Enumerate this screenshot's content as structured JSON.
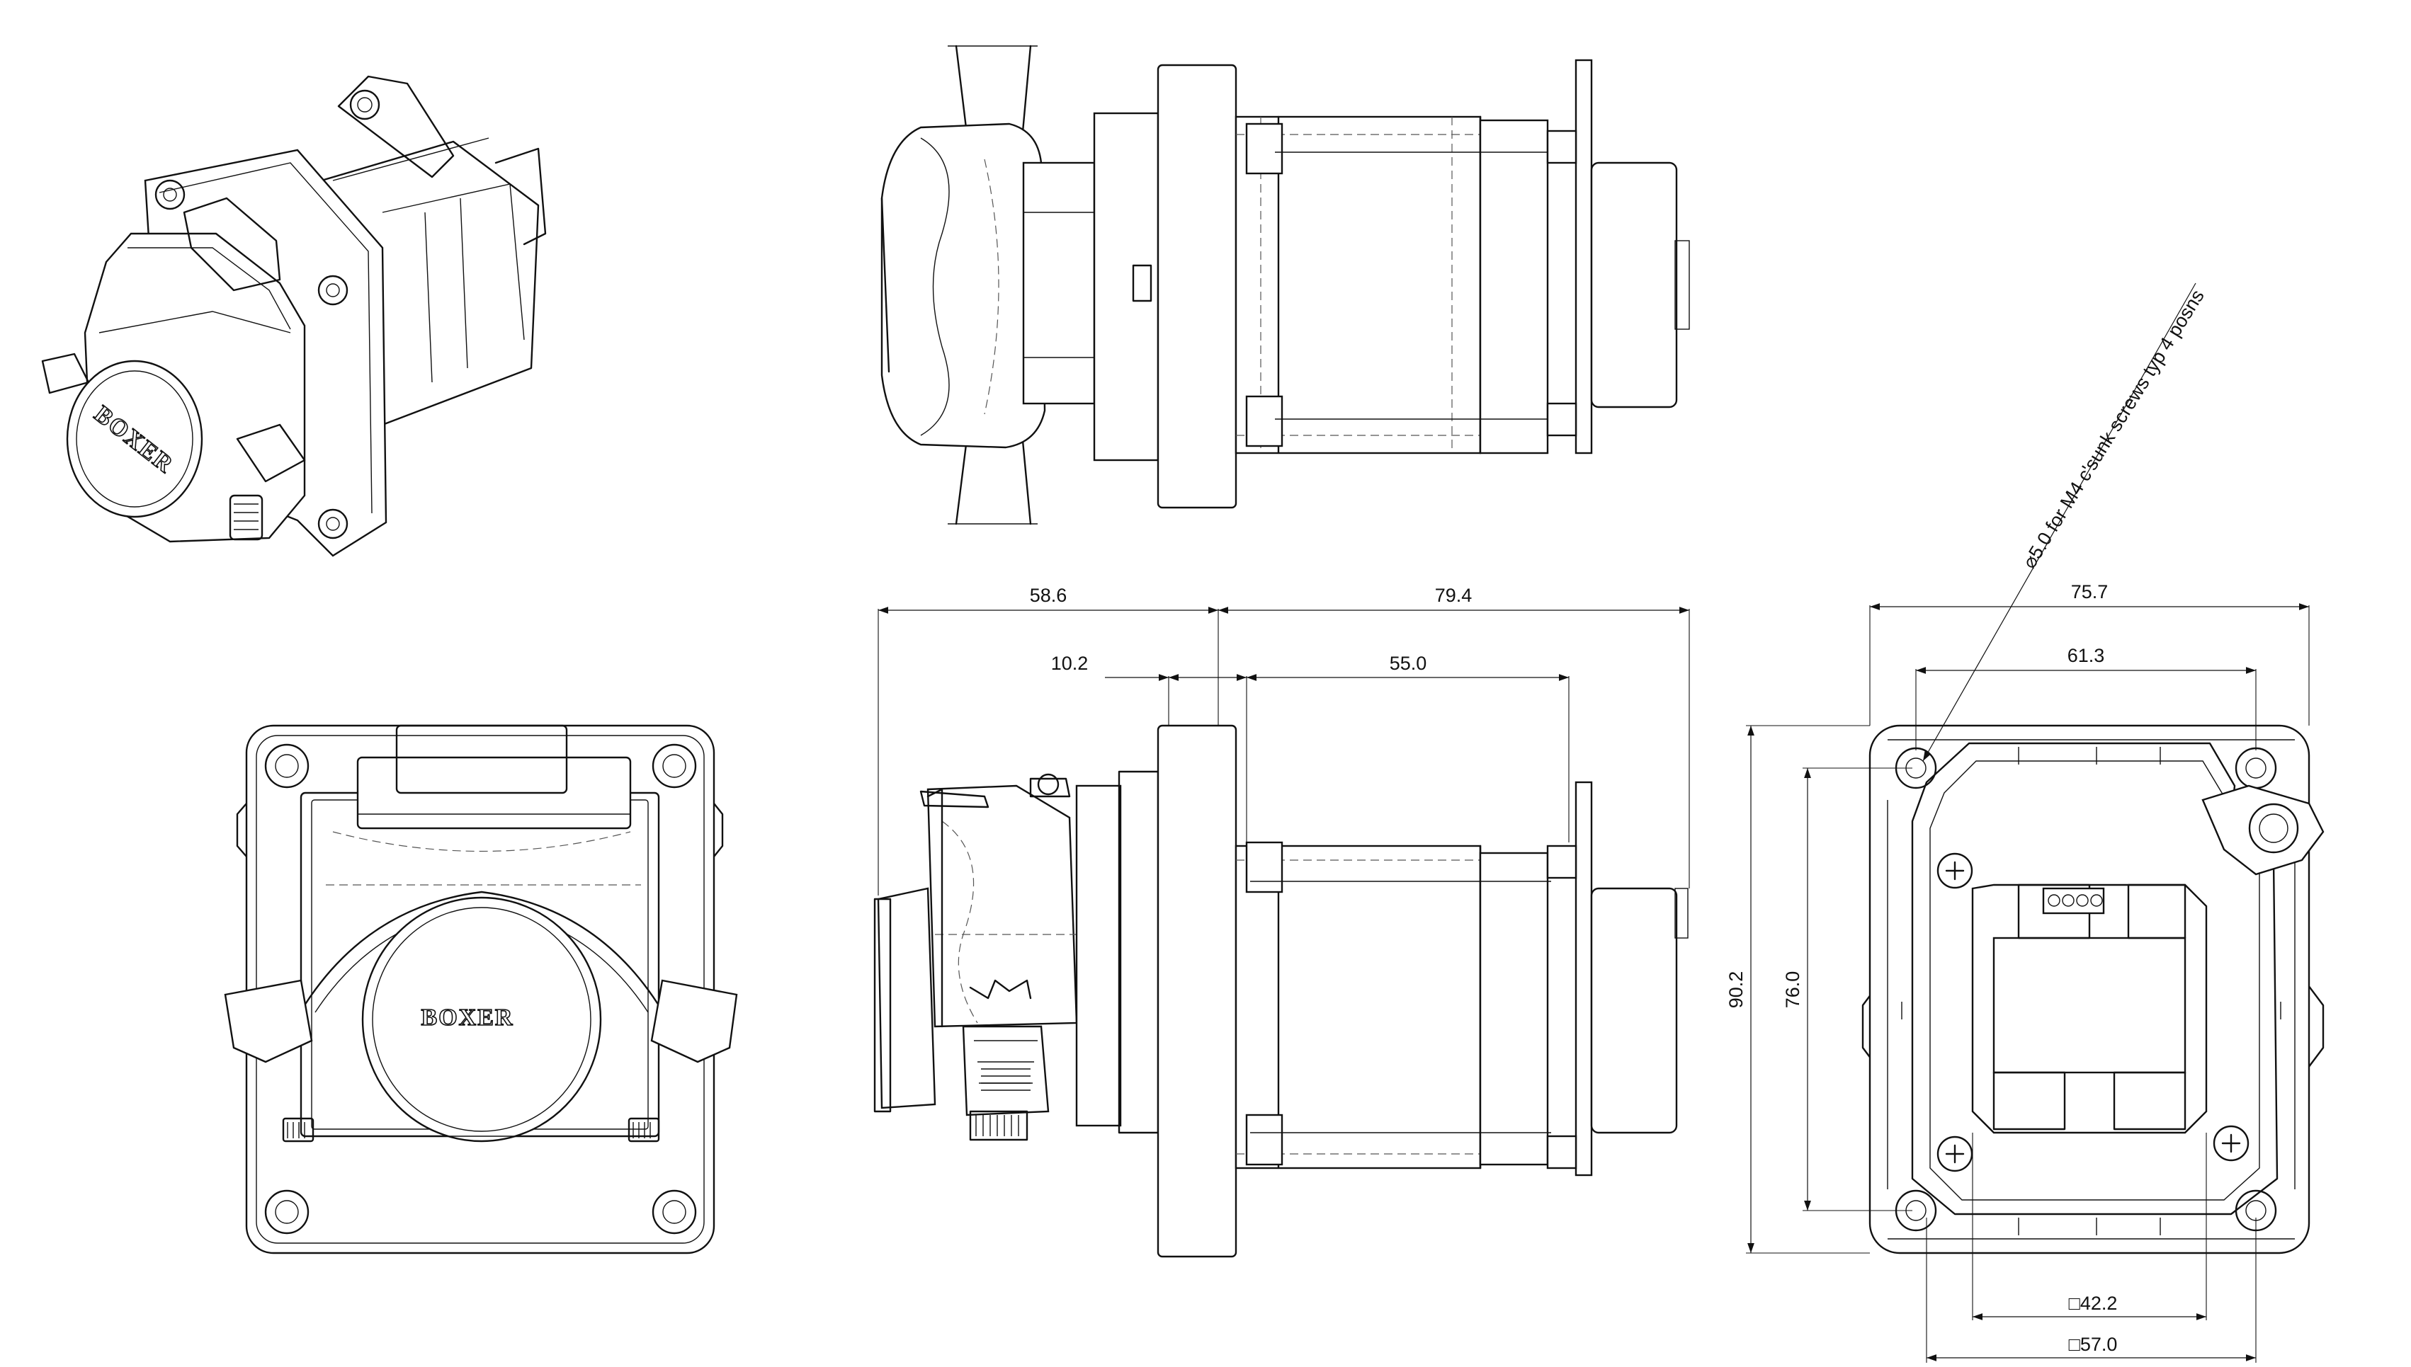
{
  "brand_logo": "BOXER",
  "dimensions": {
    "side_pump_length": "58.6",
    "side_motor_length": "79.4",
    "side_flange_thickness": "10.2",
    "side_motor_body": "55.0",
    "end_total_width": "75.7",
    "end_hole_spacing_x": "61.3",
    "end_total_height": "90.2",
    "end_hole_spacing_y": "76.0",
    "end_square_inner": "□42.2",
    "end_square_outer": "□57.0"
  },
  "annotations": {
    "mounting_note": "⌀5.0 for M4 c'sunk screws typ 4 posns"
  }
}
